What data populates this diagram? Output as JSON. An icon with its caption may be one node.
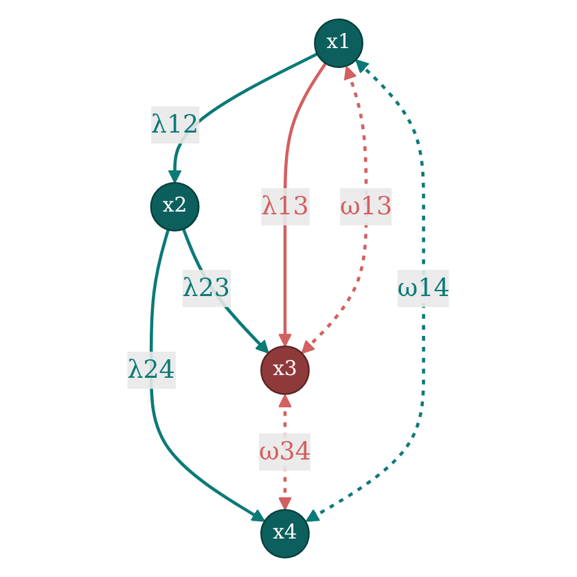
{
  "diagram": {
    "nodes": [
      {
        "text": [
          "x1"
        ]
      },
      {
        "text": [
          "x2"
        ]
      },
      {
        "text": [
          "x3"
        ]
      },
      {
        "text": [
          "x4"
        ]
      }
    ],
    "edges": [
      {
        "from": 0,
        "to": 1,
        "arrow": "to",
        "label": "λ12"
      },
      {
        "from": 1,
        "to": 2,
        "arrow": "to",
        "label": "λ23"
      },
      {
        "from": 1,
        "to": 3,
        "arrow": "to",
        "label": "λ24"
      },
      {
        "from": 0,
        "to": 2,
        "arrow": "to",
        "label": "λ13",
        "color": "#d45f5f"
      },
      {
        "from": 0,
        "to": 2,
        "arrow": "both",
        "label": "ω13",
        "style": "dashed",
        "color": "#d45f5f"
      },
      {
        "from": 3,
        "to": 0,
        "arrow": "both",
        "label": "ω14",
        "style": "dashed"
      },
      {
        "from": 2,
        "to": 3,
        "arrow": "both",
        "label": "ω34",
        "style": "dashed",
        "color": "#d45f5f"
      }
    ]
  }
}
